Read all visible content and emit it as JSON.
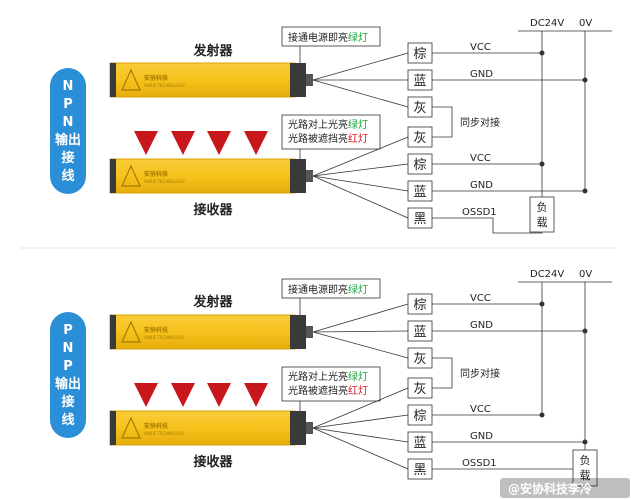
{
  "sections": [
    {
      "badge_label": "NPN输出接线",
      "emitter_title": "发射器",
      "receiver_title": "接收器",
      "power_note": "接通电源即亮",
      "power_note_green": "绿灯",
      "light_note_line1": "光路对上光亮",
      "light_note_line1_green": "绿灯",
      "light_note_line2": "光路被遮挡亮",
      "light_note_line2_red": "红灯",
      "brand_name": "安协科技",
      "brand_sub": "ANXIE TECHNOLOGY",
      "wires": [
        "棕",
        "蓝",
        "灰",
        "灰",
        "棕",
        "蓝",
        "黑"
      ],
      "labels": {
        "vcc": "VCC",
        "gnd": "GND",
        "sync": "同步对接",
        "ossd": "OSSD1"
      },
      "load_label": "负载"
    },
    {
      "badge_label": "PNP输出接线",
      "emitter_title": "发射器",
      "receiver_title": "接收器",
      "power_note": "接通电源即亮",
      "power_note_green": "绿灯",
      "light_note_line1": "光路对上光亮",
      "light_note_line1_green": "绿灯",
      "light_note_line2": "光路被遮挡亮",
      "light_note_line2_red": "红灯",
      "brand_name": "安协科技",
      "brand_sub": "ANXIE TECHNOLOGY",
      "wires": [
        "棕",
        "蓝",
        "灰",
        "灰",
        "棕",
        "蓝",
        "黑"
      ],
      "labels": {
        "vcc": "VCC",
        "gnd": "GND",
        "sync": "同步对接",
        "ossd": "OSSD1"
      },
      "load_label": "负载"
    }
  ],
  "rails": {
    "dc24v": "DC24V",
    "zero_v": "0V"
  },
  "watermark": "@安协科技李冷",
  "colors": {
    "badge": "#2a8fd6",
    "sensor": "#f7c21c",
    "arrow": "#c8161d",
    "green": "#1aa23a",
    "red": "#d71920"
  }
}
